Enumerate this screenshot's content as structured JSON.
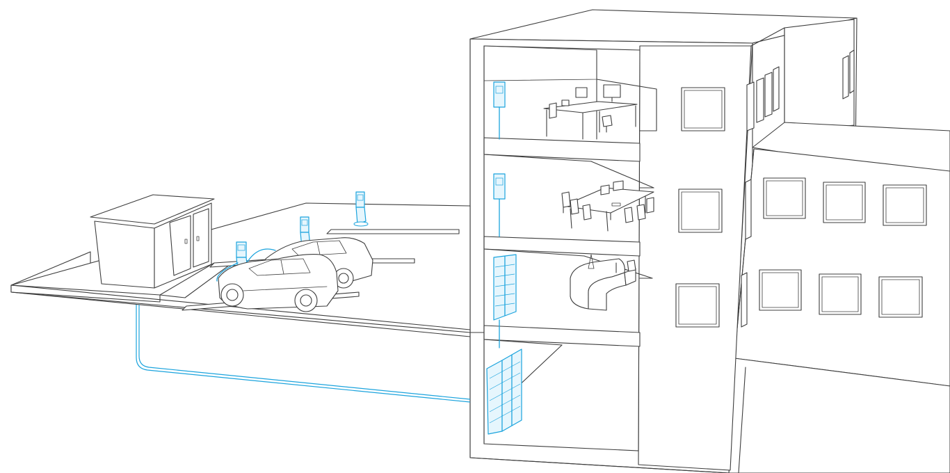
{
  "colors": {
    "line": "#3c3c3c",
    "accent": "#1aa3dd",
    "accent_fill": "#e6f6fd",
    "background": "#ffffff"
  },
  "elements": {
    "parking_lot": "parking-lot",
    "transformer_kiosk": "transformer-kiosk",
    "ev_chargers": 3,
    "electric_cars": 2,
    "underground_cable": "underground-cable",
    "building_floors": [
      "office-floor",
      "meeting-room-floor",
      "reception-floor",
      "basement-battery-storage"
    ],
    "wall_boxes": 2,
    "battery_racks": 2
  }
}
